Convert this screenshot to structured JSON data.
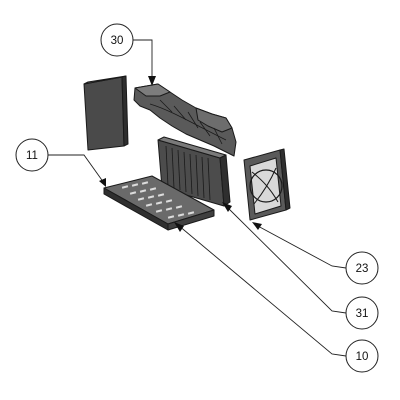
{
  "callouts": [
    {
      "id": "30",
      "label": "30"
    },
    {
      "id": "11",
      "label": "11"
    },
    {
      "id": "23",
      "label": "23"
    },
    {
      "id": "31",
      "label": "31"
    },
    {
      "id": "10",
      "label": "10"
    }
  ],
  "colors": {
    "part_dark": "#3a3a3a",
    "part_mid": "#5c5c5c",
    "part_light": "#8a8a8a",
    "line": "#222222",
    "background": "#ffffff"
  }
}
